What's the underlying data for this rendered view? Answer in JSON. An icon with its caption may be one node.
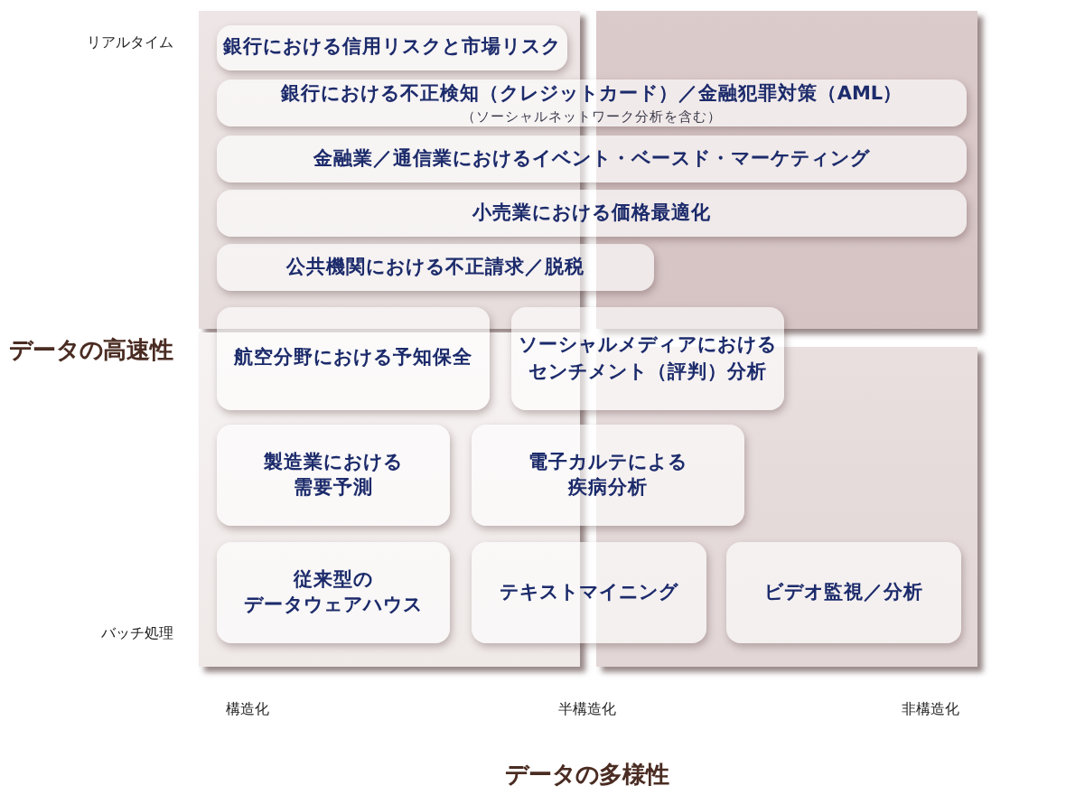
{
  "diagram": {
    "nodes": [
      {
        "text": [
          "銀行における信用リスクと市場リスク"
        ]
      },
      {
        "text": [
          "銀行における不正検知（クレジットカード）／金融犯罪対策（AML）",
          "（ソーシャルネットワーク分析を含む）"
        ]
      },
      {
        "text": [
          "金融業／通信業におけるイベント・ベースド・マーケティング"
        ]
      },
      {
        "text": [
          "小売業における価格最適化"
        ]
      },
      {
        "text": [
          "公共機関における不正請求／脱税"
        ]
      },
      {
        "text": [
          "航空分野における予知保全"
        ]
      },
      {
        "text": [
          "ソーシャルメディアにおけるセンチメント（評判）分析"
        ]
      },
      {
        "text": [
          "製造業における需要予測"
        ]
      },
      {
        "text": [
          "電子カルテによる疾病分析"
        ]
      },
      {
        "text": [
          "従来型のデータウェアハウス"
        ]
      },
      {
        "text": [
          "テキストマイニング"
        ]
      },
      {
        "text": [
          "ビデオ監視／分析"
        ]
      }
    ],
    "labels": [
      "リアルタイム",
      "データの高速性",
      "バッチ処理",
      "構造化",
      "半構造化",
      "非構造化",
      "データの多様性"
    ]
  }
}
